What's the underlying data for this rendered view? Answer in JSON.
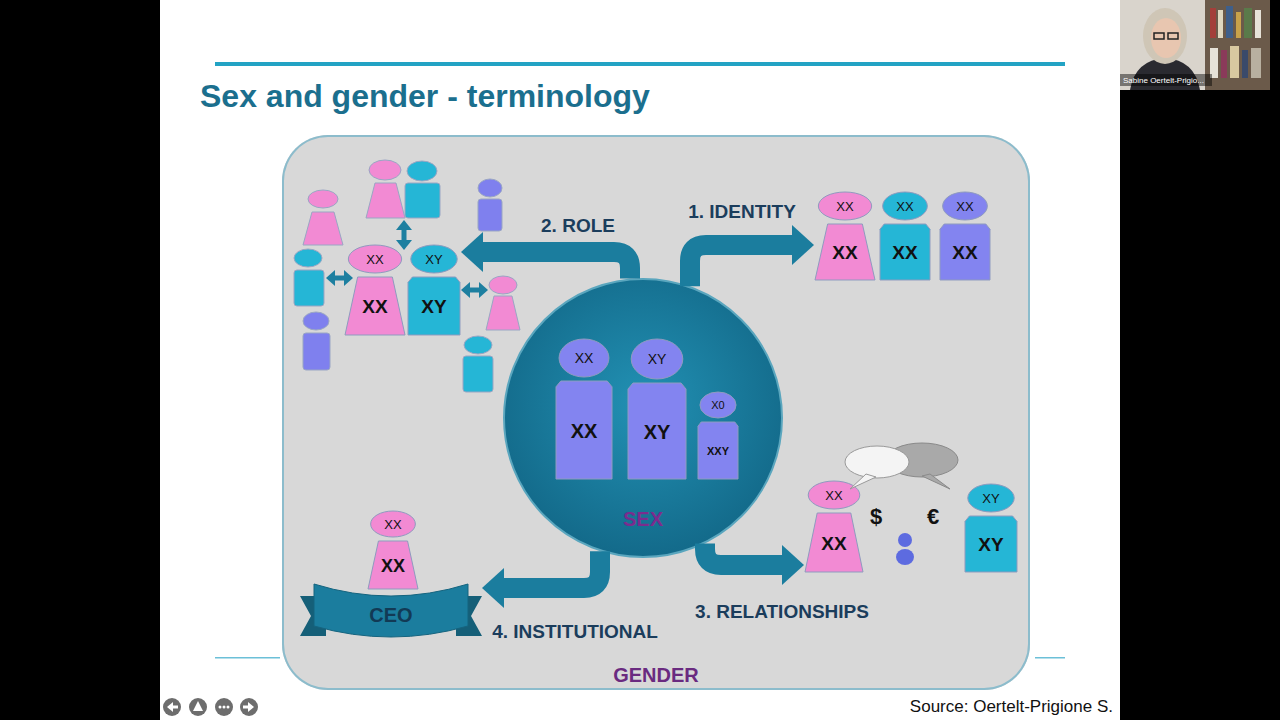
{
  "diagram": {
    "title": "Sex and gender - terminology",
    "caption": "Source: Oertelt-Prigione S.",
    "nodes": [
      {
        "text": [
          "GENDER"
        ]
      },
      {
        "text": [
          "XX",
          "XX"
        ],
        "in": 0
      },
      {
        "text": [
          "XY",
          "XY"
        ],
        "in": 0
      },
      {
        "text": [
          "XX",
          "XX"
        ],
        "in": 0
      },
      {
        "text": [
          "XX",
          "XX"
        ],
        "in": 0
      },
      {
        "text": [
          "XX",
          "XX"
        ],
        "in": 0
      },
      {
        "text": [
          "SEX"
        ],
        "in": 0
      },
      {
        "text": [
          "XX",
          "XX"
        ],
        "in": 6
      },
      {
        "text": [
          "XY",
          "XY"
        ],
        "in": 6
      },
      {
        "text": [
          "X0",
          "XXY"
        ],
        "in": 6
      },
      {
        "text": [
          "XX",
          "XX"
        ],
        "in": 0
      },
      {
        "text": [
          "XY",
          "XY"
        ],
        "in": 0
      },
      {
        "text": [
          "XX",
          "XX"
        ],
        "in": 0
      },
      {
        "text": [
          "CEO"
        ],
        "in": 0
      }
    ],
    "edges": [
      {
        "from": 6,
        "to": 3,
        "arrow": "to",
        "label": "1. IDENTITY"
      },
      {
        "from": 6,
        "to": 2,
        "arrow": "to",
        "label": "2. ROLE"
      },
      {
        "from": 6,
        "to": 10,
        "arrow": "to",
        "label": "3. RELATIONSHIPS"
      },
      {
        "from": 6,
        "to": 13,
        "arrow": "to",
        "label": "4. INSTITUTIONAL"
      }
    ],
    "labels": [
      "$",
      "€",
      "Sabine Oertelt-Prigio..."
    ]
  }
}
